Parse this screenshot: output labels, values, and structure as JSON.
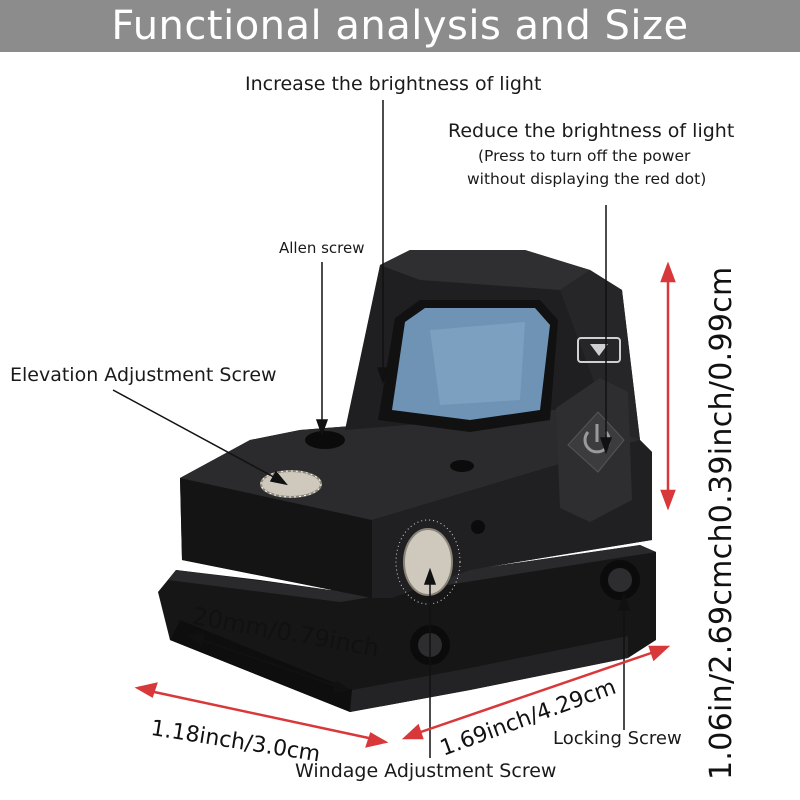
{
  "header": {
    "title": "Functional analysis and Size"
  },
  "callouts": {
    "increase_brightness": "Increase the brightness of light",
    "reduce_brightness": "Reduce the brightness of light",
    "press_note_line1": "(Press to turn off the power",
    "press_note_line2": "without displaying the red dot)",
    "allen_screw": "Allen screw",
    "elevation_screw": "Elevation Adjustment Screw",
    "locking_screw": "Locking Screw",
    "windage_screw": "Windage Adjustment Screw"
  },
  "dimensions": {
    "width": "1.18inch/3.0cm",
    "rail": "20mm/0.79inch",
    "length": "1.69inch/4.29cm",
    "height": "1.06in/2.69cmch0.39inch/0.99cm"
  },
  "colors": {
    "banner": "#8c8c8c",
    "dimension_arrow": "#d9383a",
    "lens": "#6f93b5",
    "body": "#1c1c1e"
  },
  "icons": [
    "power-icon",
    "triangle-marker-icon"
  ]
}
